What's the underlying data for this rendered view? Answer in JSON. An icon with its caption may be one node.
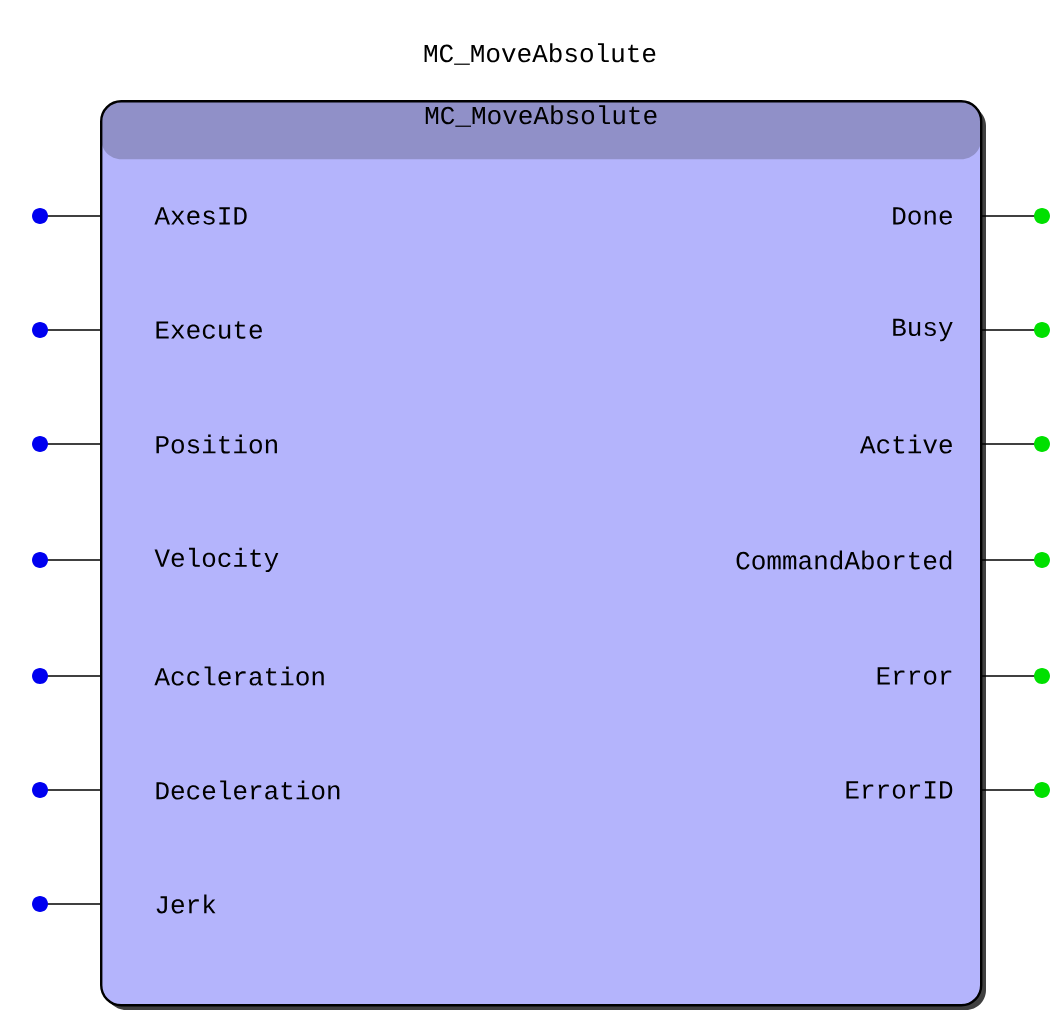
{
  "diagram": {
    "nodes": [
      {
        "text": [
          "MC_MoveAbsolute"
        ],
        "beside": [
          "MC_MoveAbsolute"
        ]
      }
    ],
    "labels": [
      "AxesID",
      "Done",
      "Execute",
      "Busy",
      "Position",
      "Active",
      "Velocity",
      "CommandAborted",
      "Accleration",
      "Error",
      "Deceleration",
      "ErrorID",
      "Jerk"
    ]
  }
}
